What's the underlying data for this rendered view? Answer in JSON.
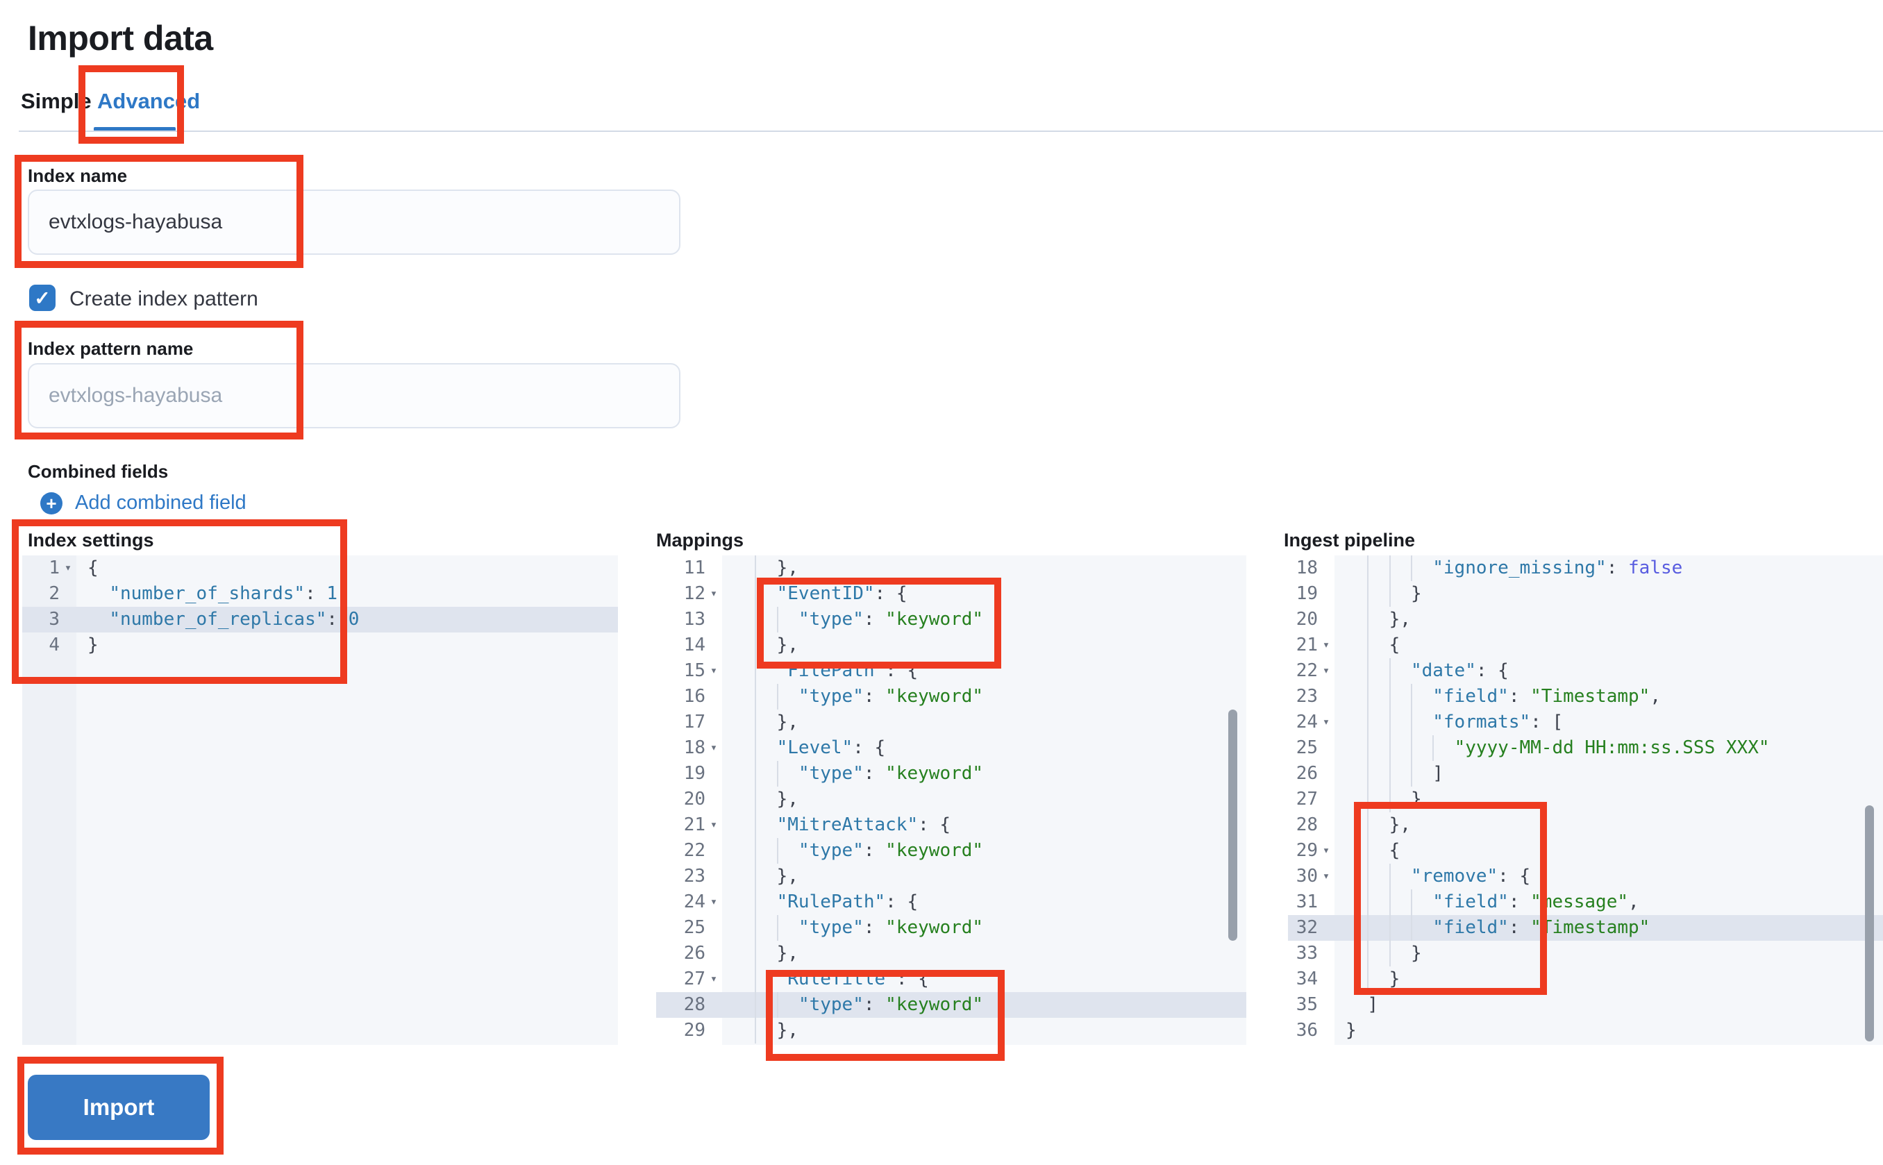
{
  "page": {
    "title": "Import data"
  },
  "tabs": {
    "simple": "Simple",
    "advanced": "Advanced",
    "selected": "Advanced"
  },
  "colors": {
    "accent_blue": "#2e78c6",
    "button_blue": "#3879c4",
    "annotation_red": "#ee3b20",
    "code_key": "#2e78a8",
    "code_string": "#26801f",
    "code_boolean": "#585ce0",
    "editor_bg": "#f5f7fa",
    "active_line": "#dfe4ee"
  },
  "form": {
    "index_name": {
      "label": "Index name",
      "value": "evtxlogs-hayabusa"
    },
    "create_index_pattern": {
      "label": "Create index pattern",
      "checked": true,
      "check_glyph": "✓"
    },
    "index_pattern_name": {
      "label": "Index pattern name",
      "placeholder": "evtxlogs-hayabusa"
    },
    "combined_fields": {
      "label": "Combined fields",
      "add_link": "Add combined field",
      "plus_glyph": "+"
    }
  },
  "import_button": {
    "label": "Import"
  },
  "editors": [
    {
      "id": "ed1",
      "label": "Index settings",
      "lines": [
        {
          "n": "1",
          "fold": true,
          "ind": 0,
          "segs": [
            [
              "c",
              "{"
            ]
          ]
        },
        {
          "n": "2",
          "ind": 1,
          "segs": [
            [
              "k",
              "\"number_of_shards\""
            ],
            [
              "c",
              ": "
            ],
            [
              "num",
              "1"
            ],
            [
              "c",
              ","
            ]
          ]
        },
        {
          "n": "3",
          "ind": 1,
          "hl": true,
          "segs": [
            [
              "k",
              "\"number_of_replicas\""
            ],
            [
              "c",
              ": "
            ],
            [
              "num",
              "0"
            ]
          ]
        },
        {
          "n": "4",
          "ind": 0,
          "segs": [
            [
              "c",
              "}"
            ]
          ]
        }
      ]
    },
    {
      "id": "ed2",
      "label": "Mappings",
      "lines": [
        {
          "n": "11",
          "ind": 2,
          "segs": [
            [
              "c",
              "},"
            ]
          ]
        },
        {
          "n": "12",
          "fold": true,
          "ind": 2,
          "segs": [
            [
              "k",
              "\"EventID\""
            ],
            [
              "c",
              ": {"
            ]
          ]
        },
        {
          "n": "13",
          "ind": 3,
          "segs": [
            [
              "k",
              "\"type\""
            ],
            [
              "c",
              ": "
            ],
            [
              "s",
              "\"keyword\""
            ]
          ]
        },
        {
          "n": "14",
          "ind": 2,
          "segs": [
            [
              "c",
              "},"
            ]
          ]
        },
        {
          "n": "15",
          "fold": true,
          "ind": 2,
          "segs": [
            [
              "k",
              "\"FilePath\""
            ],
            [
              "c",
              ": {"
            ]
          ]
        },
        {
          "n": "16",
          "ind": 3,
          "segs": [
            [
              "k",
              "\"type\""
            ],
            [
              "c",
              ": "
            ],
            [
              "s",
              "\"keyword\""
            ]
          ]
        },
        {
          "n": "17",
          "ind": 2,
          "segs": [
            [
              "c",
              "},"
            ]
          ]
        },
        {
          "n": "18",
          "fold": true,
          "ind": 2,
          "segs": [
            [
              "k",
              "\"Level\""
            ],
            [
              "c",
              ": {"
            ]
          ]
        },
        {
          "n": "19",
          "ind": 3,
          "segs": [
            [
              "k",
              "\"type\""
            ],
            [
              "c",
              ": "
            ],
            [
              "s",
              "\"keyword\""
            ]
          ]
        },
        {
          "n": "20",
          "ind": 2,
          "segs": [
            [
              "c",
              "},"
            ]
          ]
        },
        {
          "n": "21",
          "fold": true,
          "ind": 2,
          "segs": [
            [
              "k",
              "\"MitreAttack\""
            ],
            [
              "c",
              ": {"
            ]
          ]
        },
        {
          "n": "22",
          "ind": 3,
          "segs": [
            [
              "k",
              "\"type\""
            ],
            [
              "c",
              ": "
            ],
            [
              "s",
              "\"keyword\""
            ]
          ]
        },
        {
          "n": "23",
          "ind": 2,
          "segs": [
            [
              "c",
              "},"
            ]
          ]
        },
        {
          "n": "24",
          "fold": true,
          "ind": 2,
          "segs": [
            [
              "k",
              "\"RulePath\""
            ],
            [
              "c",
              ": {"
            ]
          ]
        },
        {
          "n": "25",
          "ind": 3,
          "segs": [
            [
              "k",
              "\"type\""
            ],
            [
              "c",
              ": "
            ],
            [
              "s",
              "\"keyword\""
            ]
          ]
        },
        {
          "n": "26",
          "ind": 2,
          "segs": [
            [
              "c",
              "},"
            ]
          ]
        },
        {
          "n": "27",
          "fold": true,
          "ind": 2,
          "segs": [
            [
              "k",
              "\"RuleTitle\""
            ],
            [
              "c",
              ": {"
            ]
          ]
        },
        {
          "n": "28",
          "ind": 3,
          "hl": true,
          "segs": [
            [
              "k",
              "\"type\""
            ],
            [
              "c",
              ": "
            ],
            [
              "s",
              "\"keyword\""
            ]
          ]
        },
        {
          "n": "29",
          "ind": 2,
          "segs": [
            [
              "c",
              "},"
            ]
          ]
        }
      ]
    },
    {
      "id": "ed3",
      "label": "Ingest pipeline",
      "lines": [
        {
          "n": "18",
          "ind": 4,
          "segs": [
            [
              "k",
              "\"ignore_missing\""
            ],
            [
              "c",
              ": "
            ],
            [
              "b",
              "false"
            ]
          ]
        },
        {
          "n": "19",
          "ind": 3,
          "segs": [
            [
              "c",
              "}"
            ]
          ]
        },
        {
          "n": "20",
          "ind": 2,
          "segs": [
            [
              "c",
              "},"
            ]
          ]
        },
        {
          "n": "21",
          "fold": true,
          "ind": 2,
          "segs": [
            [
              "c",
              "{"
            ]
          ]
        },
        {
          "n": "22",
          "fold": true,
          "ind": 3,
          "segs": [
            [
              "k",
              "\"date\""
            ],
            [
              "c",
              ": {"
            ]
          ]
        },
        {
          "n": "23",
          "ind": 4,
          "segs": [
            [
              "k",
              "\"field\""
            ],
            [
              "c",
              ": "
            ],
            [
              "s",
              "\"Timestamp\""
            ],
            [
              "c",
              ","
            ]
          ]
        },
        {
          "n": "24",
          "fold": true,
          "ind": 4,
          "segs": [
            [
              "k",
              "\"formats\""
            ],
            [
              "c",
              ": ["
            ]
          ]
        },
        {
          "n": "25",
          "ind": 5,
          "segs": [
            [
              "s",
              "\"yyyy-MM-dd HH:mm:ss.SSS XXX\""
            ]
          ]
        },
        {
          "n": "26",
          "ind": 4,
          "segs": [
            [
              "c",
              "]"
            ]
          ]
        },
        {
          "n": "27",
          "ind": 3,
          "segs": [
            [
              "c",
              "}"
            ]
          ]
        },
        {
          "n": "28",
          "ind": 2,
          "segs": [
            [
              "c",
              "},"
            ]
          ]
        },
        {
          "n": "29",
          "fold": true,
          "ind": 2,
          "segs": [
            [
              "c",
              "{"
            ]
          ]
        },
        {
          "n": "30",
          "fold": true,
          "ind": 3,
          "segs": [
            [
              "k",
              "\"remove\""
            ],
            [
              "c",
              ": {"
            ]
          ]
        },
        {
          "n": "31",
          "ind": 4,
          "segs": [
            [
              "k",
              "\"field\""
            ],
            [
              "c",
              ": "
            ],
            [
              "s",
              "\"message\""
            ],
            [
              "c",
              ","
            ]
          ]
        },
        {
          "n": "32",
          "ind": 4,
          "hl": true,
          "segs": [
            [
              "k",
              "\"field\""
            ],
            [
              "c",
              ": "
            ],
            [
              "s",
              "\"Timestamp\""
            ]
          ]
        },
        {
          "n": "33",
          "ind": 3,
          "segs": [
            [
              "c",
              "}"
            ]
          ]
        },
        {
          "n": "34",
          "ind": 2,
          "segs": [
            [
              "c",
              "}"
            ]
          ]
        },
        {
          "n": "35",
          "ind": 1,
          "segs": [
            [
              "c",
              "]"
            ]
          ]
        },
        {
          "n": "36",
          "ind": 0,
          "segs": [
            [
              "c",
              "}"
            ]
          ]
        }
      ]
    }
  ]
}
